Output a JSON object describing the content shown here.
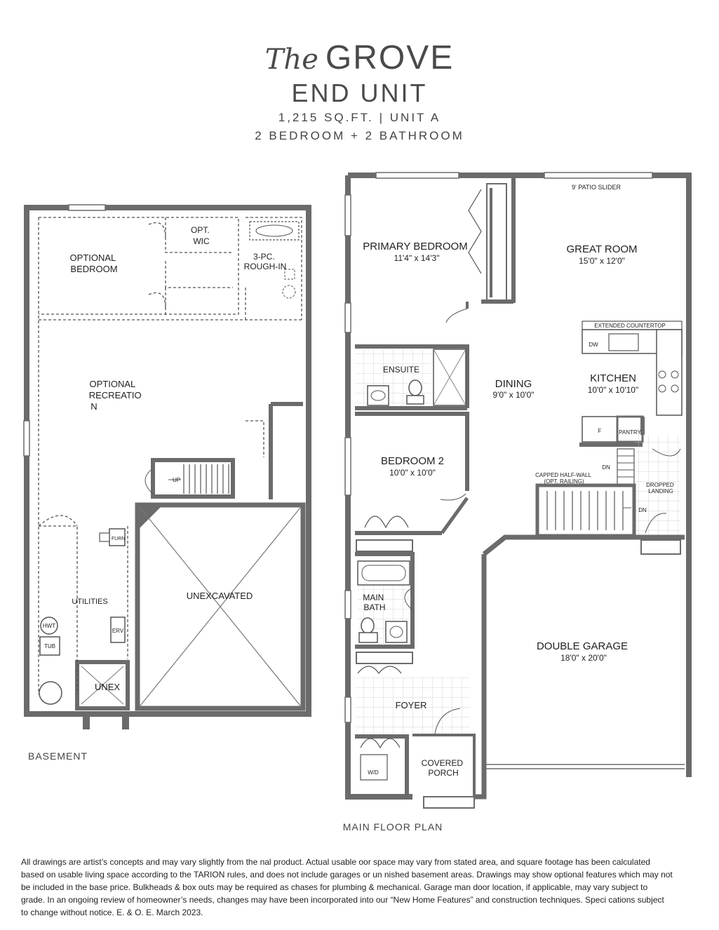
{
  "header": {
    "title_prefix": "The",
    "title": "GROVE",
    "subtitle": "END UNIT",
    "area_unit": "1,215 SQ.FT. | UNIT A",
    "bed_bath": "2 BEDROOM + 2 BATHROOM"
  },
  "basement": {
    "caption": "BASEMENT",
    "rooms": {
      "opt_wic": [
        "OPT.",
        "WIC"
      ],
      "optional_bedroom": [
        "OPTIONAL",
        "BEDROOM"
      ],
      "rough_in": [
        "3-PC.",
        "ROUGH-IN"
      ],
      "optional_recreation": [
        "OPTIONAL",
        "RECREATIO",
        "N"
      ],
      "up": "UP",
      "furn": "FURN",
      "utilities": "UTILITIES",
      "hwt": "HWT",
      "tub": "TUB",
      "erv": "ERV",
      "unexcavated": "UNEXCAVATED",
      "unex": "UNEX"
    }
  },
  "main_floor": {
    "caption": "MAIN FLOOR PLAN",
    "patio_slider": "9' PATIO SLIDER",
    "primary_bedroom": {
      "name": "PRIMARY BEDROOM",
      "size": "11'4\" x 14'3\""
    },
    "great_room": {
      "name": "GREAT ROOM",
      "size": "15'0\" x 12'0\""
    },
    "extended_countertop": "EXTENDED COUNTERTOP",
    "dw": "DW",
    "ensuite": "ENSUITE",
    "dining": {
      "name": "DINING",
      "size": "9'0\" x 10'0\""
    },
    "kitchen": {
      "name": "KITCHEN",
      "size": "10'0\" x 10'10\""
    },
    "fridge": "F",
    "pantry": "PANTRY",
    "bedroom2": {
      "name": "BEDROOM 2",
      "size": "10'0\" x 10'0\""
    },
    "dn": "DN",
    "capped_half_wall": [
      "CAPPED HALF-WALL",
      "(OPT. RAILING)"
    ],
    "dropped_landing": [
      "DROPPED",
      "LANDING"
    ],
    "main_bath": [
      "MAIN",
      "BATH"
    ],
    "double_garage": {
      "name": "DOUBLE GARAGE",
      "size": "18'0\" x 20'0\""
    },
    "foyer": "FOYER",
    "covered_porch": [
      "COVERED",
      "PORCH"
    ],
    "wd": "W/D"
  },
  "disclaimer": [
    "All drawings are artist’s concepts and may vary slightly from the  nal product. Actual usable  oor space may vary from stated area, and square footage has been calculated",
    "based on usable living space according to the TARION rules, and does not include garages or un nished basement areas. Drawings may show optional features which may not",
    "be included in the base price. Bulkheads & box outs may be required as chases for plumbing & mechanical. Garage man door location, if applicable, may vary subject to",
    "grade. In an ongoing review of homeowner’s needs, changes may have been incorporated into our “New Home Features” and construction techniques. Speci cations subject",
    "to change without notice. E. & O. E. March 2023."
  ],
  "colors": {
    "wall": "#6b6b6b",
    "text": "#222222",
    "tile": "#c9c9c9"
  }
}
